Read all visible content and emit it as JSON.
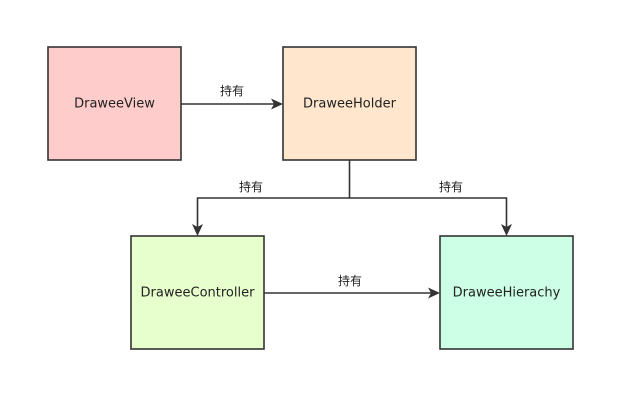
{
  "nodes": {
    "drawee_view": {
      "label": "DraweeView",
      "fill": "#ffcccc"
    },
    "drawee_holder": {
      "label": "DraweeHolder",
      "fill": "#ffe6cc"
    },
    "drawee_controller": {
      "label": "DraweeController",
      "fill": "#e6ffcc"
    },
    "drawee_hierachy": {
      "label": "DraweeHierachy",
      "fill": "#ccffe6"
    }
  },
  "edges": {
    "view_to_holder": {
      "label": "持有"
    },
    "holder_to_controller": {
      "label": "持有"
    },
    "holder_to_hierachy": {
      "label": "持有"
    },
    "controller_to_hierachy": {
      "label": "持有"
    }
  },
  "colors": {
    "stroke": "#333333"
  }
}
